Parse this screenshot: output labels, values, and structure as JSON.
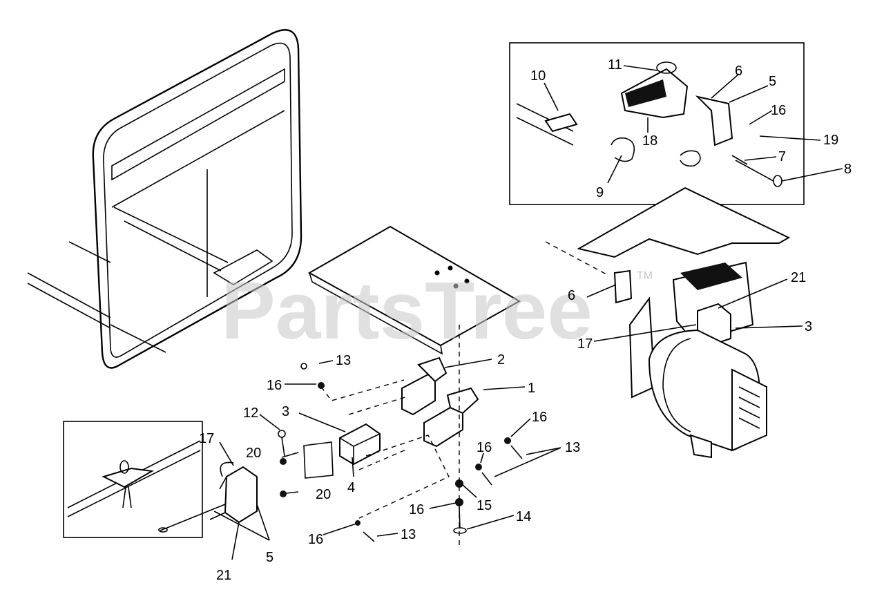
{
  "watermark": "PartsTree",
  "trademark": "TM",
  "callouts": {
    "c1": "1",
    "c2": "2",
    "c3a": "3",
    "c3b": "3",
    "c4": "4",
    "c5a": "5",
    "c5b": "5",
    "c6a": "6",
    "c6b": "6",
    "c7": "7",
    "c8": "8",
    "c9": "9",
    "c10": "10",
    "c11": "11",
    "c12": "12",
    "c13a": "13",
    "c13b": "13",
    "c13c": "13",
    "c14": "14",
    "c15": "15",
    "c16a": "16",
    "c16b": "16",
    "c16c": "16",
    "c16d": "16",
    "c16e": "16",
    "c16f": "16",
    "c17a": "17",
    "c17b": "17",
    "c18": "18",
    "c19": "19",
    "c20a": "20",
    "c20b": "20",
    "c21a": "21",
    "c21b": "21"
  }
}
